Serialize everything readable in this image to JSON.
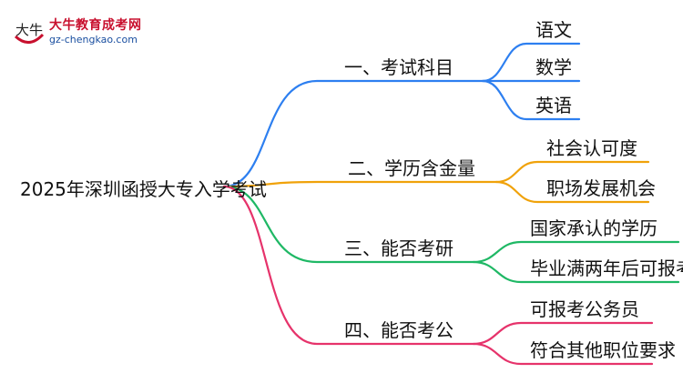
{
  "logo": {
    "name": "大牛教育成考网",
    "url": "gz-chengkao.com",
    "mark_text": "大牛"
  },
  "root": {
    "title": "2025年深圳函授大专入学考试"
  },
  "branches": [
    {
      "label": "一、考试科目",
      "color": "#2d7ff0",
      "children": [
        "语文",
        "数学",
        "英语"
      ]
    },
    {
      "label": "二、学历含金量",
      "color": "#f0a20a",
      "children": [
        "社会认可度",
        "职场发展机会"
      ]
    },
    {
      "label": "三、能否考研",
      "color": "#1fb865",
      "children": [
        "国家承认的学历",
        "毕业满两年后可报考"
      ]
    },
    {
      "label": "四、能否考公",
      "color": "#e6336b",
      "children": [
        "可报考公务员",
        "符合其他职位要求"
      ]
    }
  ]
}
